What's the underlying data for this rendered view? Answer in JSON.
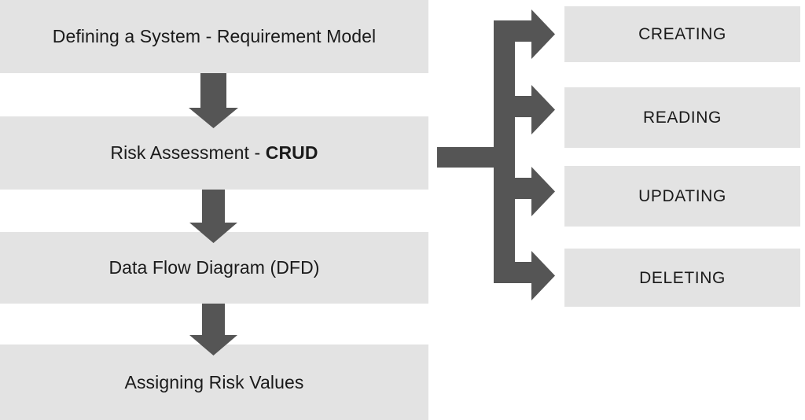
{
  "diagram": {
    "title": "Risk assessment process flow with CRUD branches",
    "colors": {
      "box_fill": "#e3e3e3",
      "arrow_fill": "#555555",
      "text": "#1a1a1a",
      "background": "#ffffff"
    },
    "process_steps": [
      {
        "id": "stage-1",
        "label": "Defining a System - Requirement Model",
        "bold_suffix": ""
      },
      {
        "id": "stage-2",
        "label": "Risk Assessment - ",
        "bold_suffix": "CRUD"
      },
      {
        "id": "stage-3",
        "label": "Data Flow Diagram (DFD)",
        "bold_suffix": ""
      },
      {
        "id": "stage-4",
        "label": "Assigning Risk Values",
        "bold_suffix": ""
      }
    ],
    "crud_branches": [
      {
        "id": "crud-1",
        "label": "CREATING"
      },
      {
        "id": "crud-2",
        "label": "READING"
      },
      {
        "id": "crud-3",
        "label": "UPDATING"
      },
      {
        "id": "crud-4",
        "label": "DELETING"
      }
    ],
    "connectors": {
      "down_arrow_count": 3,
      "branch_arrow_count": 4,
      "branch_stem_label": "horizontal stem from Risk Assessment box to branching trunk"
    }
  }
}
